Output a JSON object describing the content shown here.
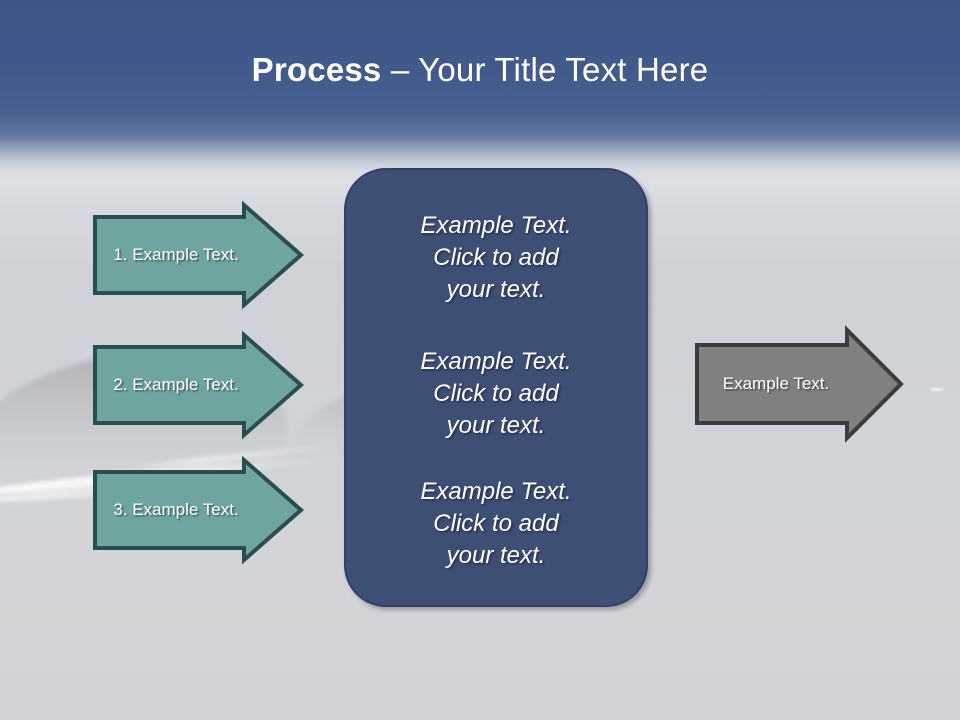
{
  "slide": {
    "title_bold": "Process",
    "title_rest": " – Your Title Text Here",
    "background": {
      "scene": "ocean-beach-photo",
      "sky_top_color": "#3f5787",
      "water_color": "#d0d3d7"
    }
  },
  "theme": {
    "title_color": "#ffffff",
    "teal_fill": "#6ea5a1",
    "teal_stroke": "#2b4d50",
    "grey_fill": "#808080",
    "grey_stroke": "#3c3c3c",
    "panel_fill": "#3d4f75",
    "panel_stroke": "#344064",
    "label_color": "#ffffff"
  },
  "input_arrows": [
    {
      "label": "1. Example Text."
    },
    {
      "label": "2. Example Text."
    },
    {
      "label": "3. Example Text."
    }
  ],
  "center_panel": {
    "blocks": [
      {
        "line1": "Example Text.",
        "line2": "Click  to add",
        "line3": "your text."
      },
      {
        "line1": "Example Text.",
        "line2": "Click  to add",
        "line3": "your text."
      },
      {
        "line1": "Example Text.",
        "line2": "Click  to add",
        "line3": "your text."
      }
    ]
  },
  "output_arrow": {
    "label": "Example Text."
  }
}
